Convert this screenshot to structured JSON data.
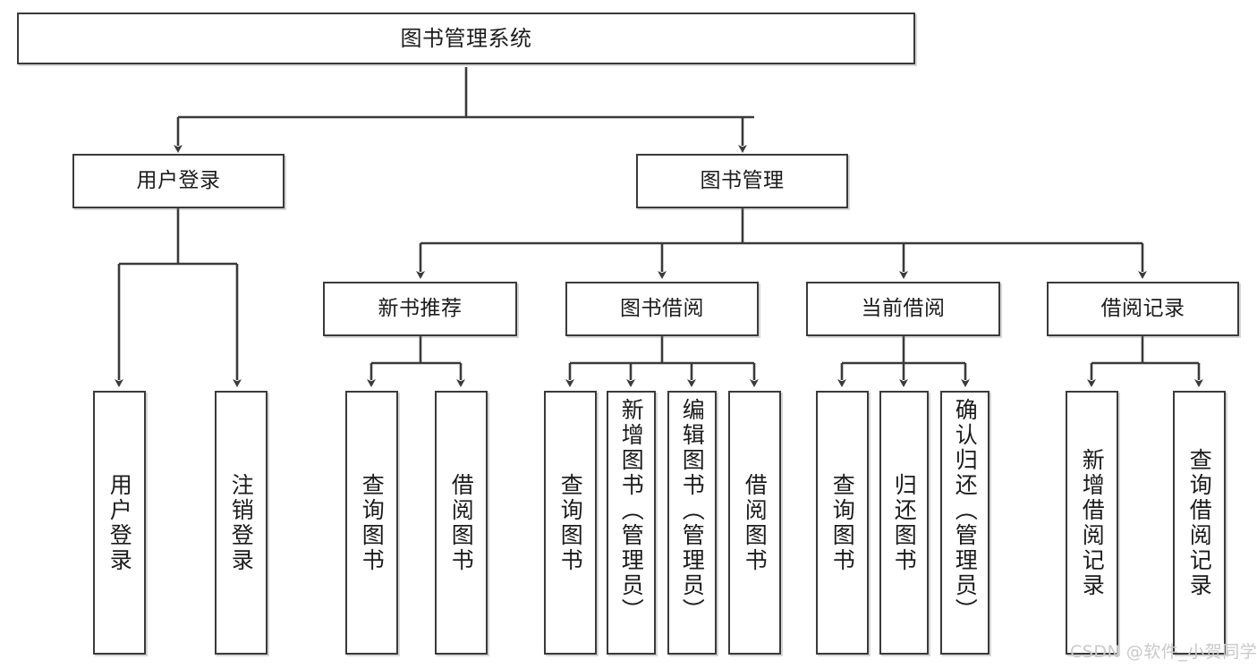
{
  "diagram": {
    "title": "图书管理系统",
    "type": "hierarchy-tree",
    "root": {
      "label": "图书管理系统"
    },
    "level1": [
      {
        "label": "用户登录"
      },
      {
        "label": "图书管理"
      }
    ],
    "level2": [
      {
        "label": "新书推荐",
        "parent": "图书管理"
      },
      {
        "label": "图书借阅",
        "parent": "图书管理"
      },
      {
        "label": "当前借阅",
        "parent": "图书管理"
      },
      {
        "label": "借阅记录",
        "parent": "图书管理"
      }
    ],
    "leaves": {
      "user_login": [
        {
          "label": "用户登录"
        },
        {
          "label": "注销登录"
        }
      ],
      "new_book_recommend": [
        {
          "label": "查询图书"
        },
        {
          "label": "借阅图书"
        }
      ],
      "book_borrow": [
        {
          "label": "查询图书"
        },
        {
          "label": "新增图书（管理员）"
        },
        {
          "label": "编辑图书（管理员）"
        },
        {
          "label": "借阅图书"
        }
      ],
      "current_borrow": [
        {
          "label": "查询图书"
        },
        {
          "label": "归还图书"
        },
        {
          "label": "确认归还（管理员）"
        }
      ],
      "borrow_record": [
        {
          "label": "新增借阅记录"
        },
        {
          "label": "查询借阅记录"
        }
      ]
    }
  },
  "watermark": {
    "text": "CSDN @软件_小贺同学"
  },
  "colors": {
    "stroke": "#3a3a3a",
    "fill": "#ffffff",
    "text": "#1b1b1b",
    "watermark": "#c9c9c9"
  }
}
